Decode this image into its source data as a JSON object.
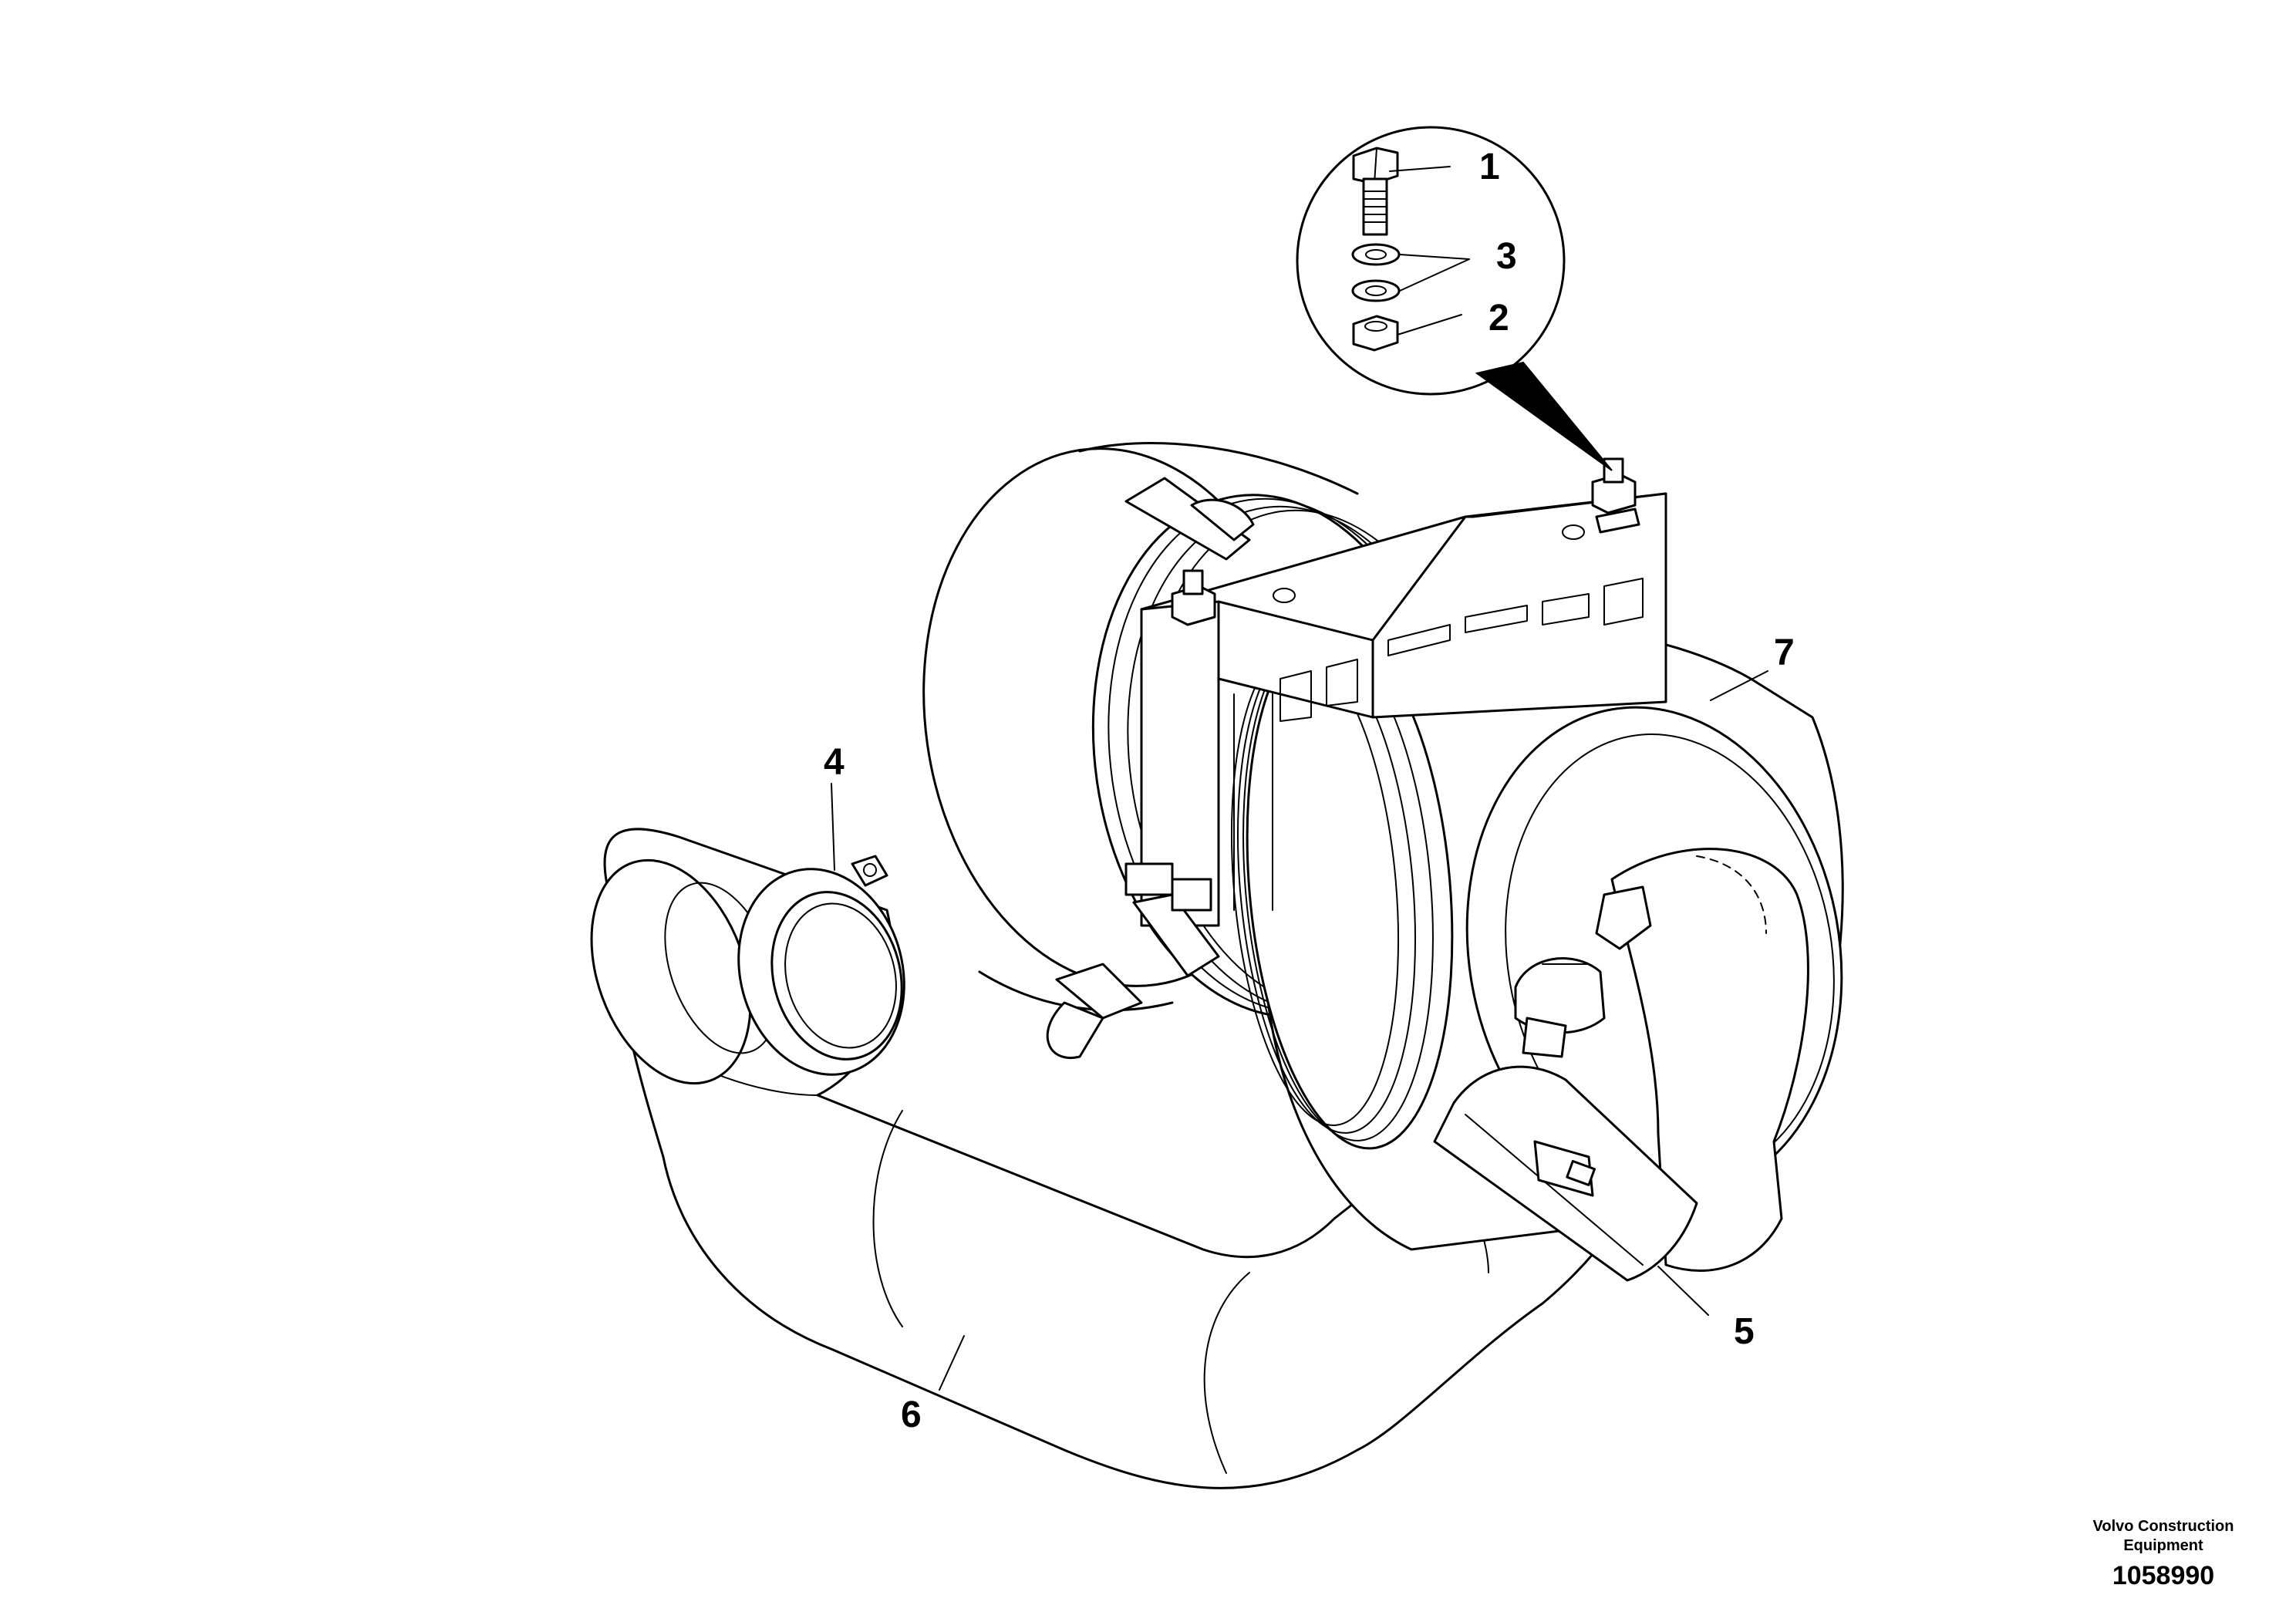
{
  "callouts": {
    "c1": "1",
    "c2": "2",
    "c3": "3",
    "c4": "4",
    "c5": "5",
    "c6": "6",
    "c7": "7"
  },
  "credit": {
    "line1": "Volvo Construction",
    "line2": "Equipment",
    "number": "1058990"
  },
  "icons": {
    "detail": "detail-magnifier-circle",
    "bolt": "hex-bolt-icon",
    "washer": "flat-washer-icon",
    "nut": "hex-nut-icon"
  }
}
